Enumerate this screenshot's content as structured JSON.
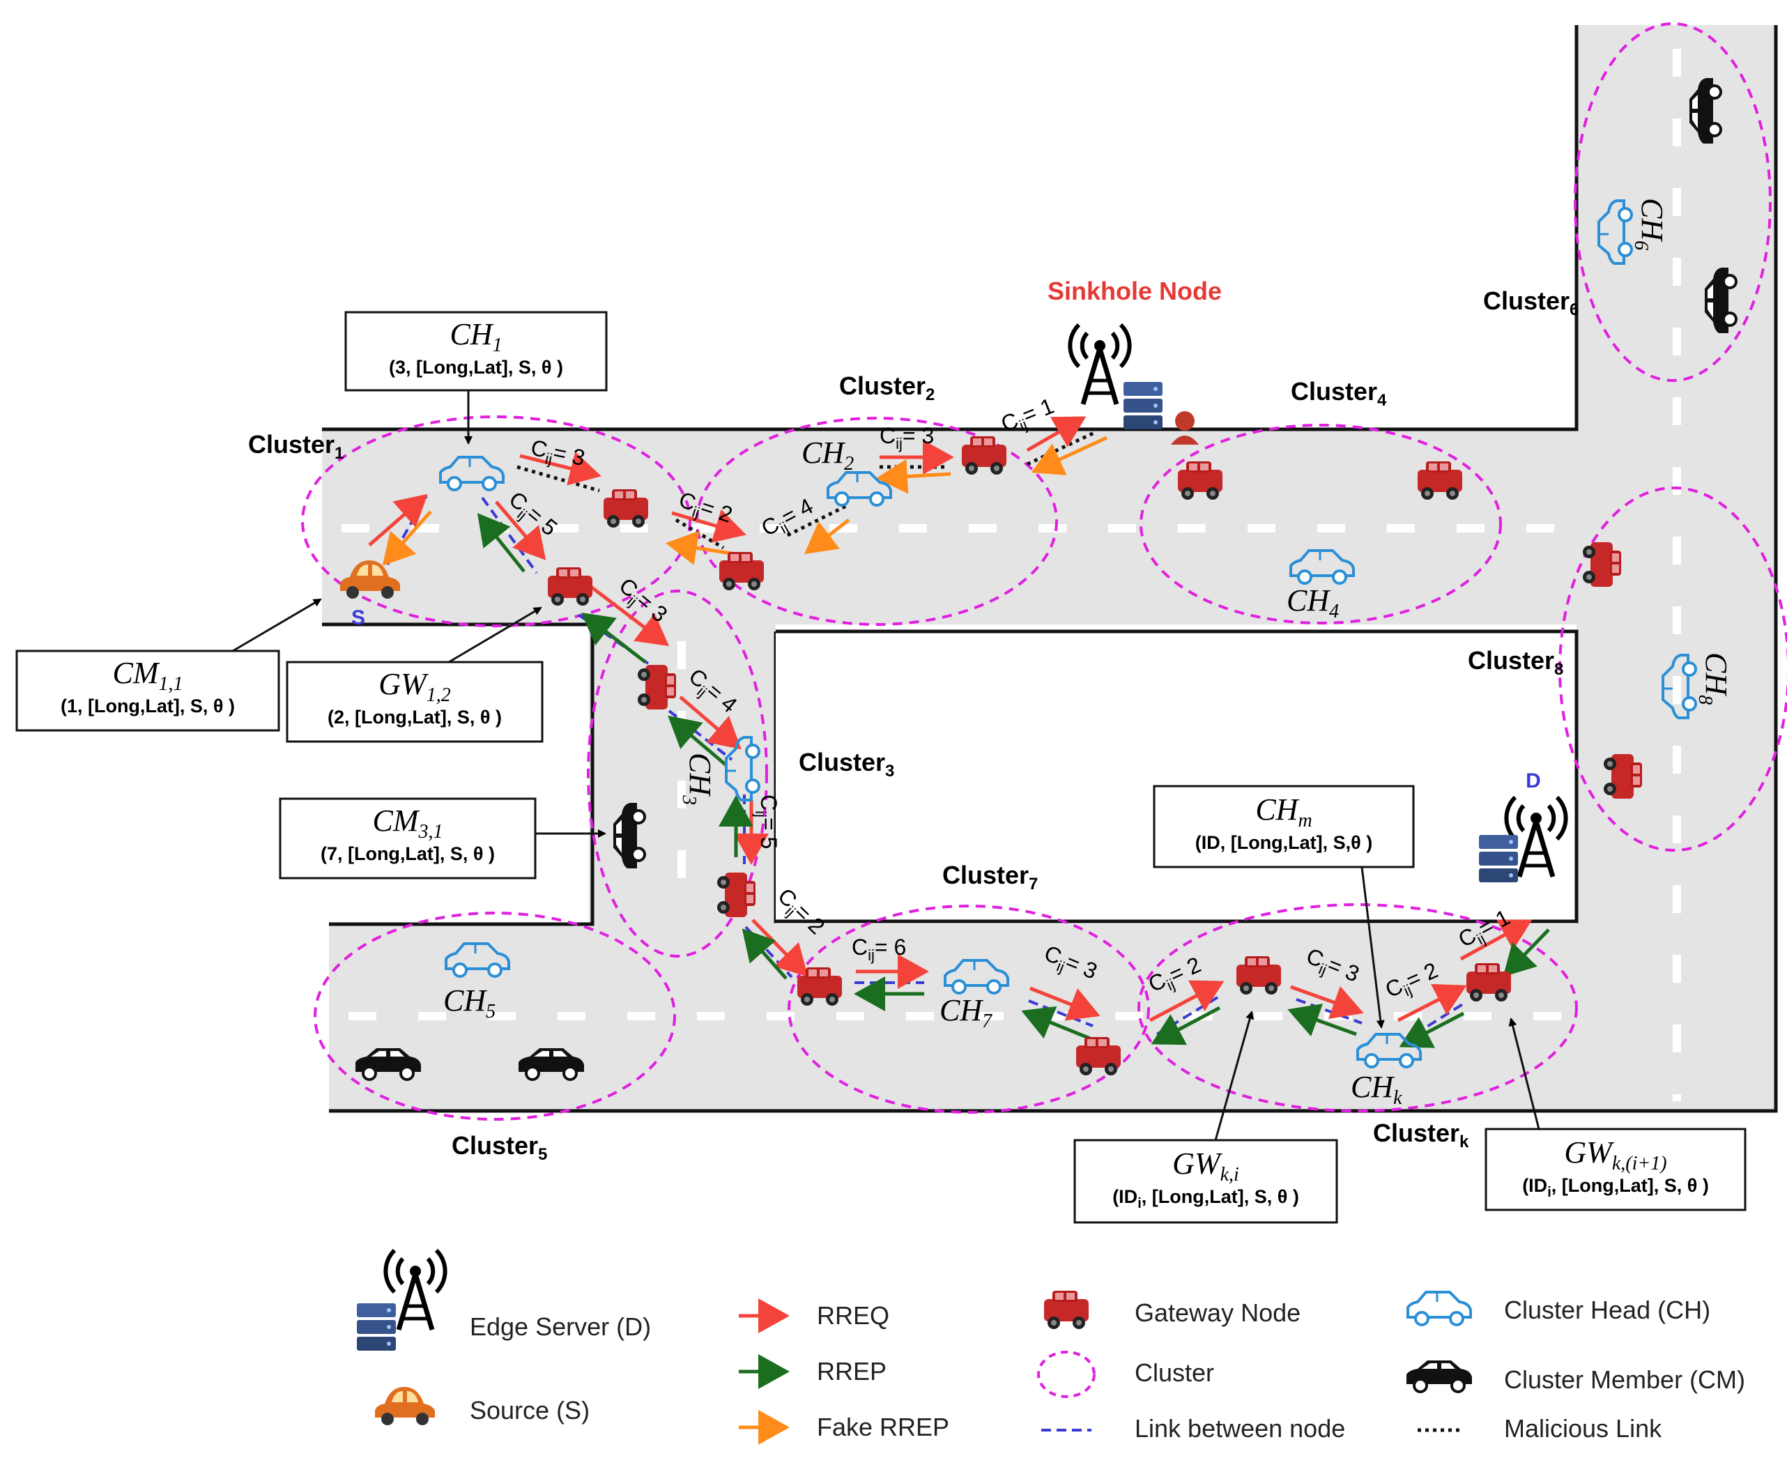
{
  "sinkhole_label": "Sinkhole Node",
  "source_marker": "S",
  "destination_marker": "D",
  "clusters": [
    {
      "id": "c1",
      "label": "Cluster",
      "sub": "1"
    },
    {
      "id": "c2",
      "label": "Cluster",
      "sub": "2"
    },
    {
      "id": "c3",
      "label": "Cluster",
      "sub": "3"
    },
    {
      "id": "c4",
      "label": "Cluster",
      "sub": "4"
    },
    {
      "id": "c5",
      "label": "Cluster",
      "sub": "5"
    },
    {
      "id": "c6",
      "label": "Cluster",
      "sub": "6"
    },
    {
      "id": "c7",
      "label": "Cluster",
      "sub": "7"
    },
    {
      "id": "c8",
      "label": "Cluster",
      "sub": "8"
    },
    {
      "id": "ck",
      "label": "Cluster",
      "sub": "k"
    }
  ],
  "cost_labels": [
    {
      "id": "e1",
      "text": "= 3"
    },
    {
      "id": "e2",
      "text": "= 5"
    },
    {
      "id": "e3",
      "text": "= 2"
    },
    {
      "id": "e4",
      "text": "= 4"
    },
    {
      "id": "e5",
      "text": "= 3"
    },
    {
      "id": "e6",
      "text": "= 1"
    },
    {
      "id": "e7",
      "text": "= 3"
    },
    {
      "id": "e8",
      "text": "= 4"
    },
    {
      "id": "e9",
      "text": "= 5"
    },
    {
      "id": "e10",
      "text": "= 2"
    },
    {
      "id": "e11",
      "text": "= 6"
    },
    {
      "id": "e12",
      "text": "= 3"
    },
    {
      "id": "e13",
      "text": "= 2"
    },
    {
      "id": "e14",
      "text": "= 3"
    },
    {
      "id": "e15",
      "text": "= 2"
    },
    {
      "id": "e16",
      "text": "= 1"
    }
  ],
  "cost_symbol": {
    "base": "C",
    "sub": "ij"
  },
  "head_labels": [
    {
      "id": "ch2",
      "base": "CH",
      "sub": "2"
    },
    {
      "id": "ch3",
      "base": "CH",
      "sub": "3"
    },
    {
      "id": "ch4",
      "base": "CH",
      "sub": "4"
    },
    {
      "id": "ch5",
      "base": "CH",
      "sub": "5"
    },
    {
      "id": "ch6",
      "base": "CH",
      "sub": "6"
    },
    {
      "id": "ch7",
      "base": "CH",
      "sub": "7"
    },
    {
      "id": "ch8",
      "base": "CH",
      "sub": "8"
    },
    {
      "id": "chk",
      "base": "CH",
      "sub": "k"
    }
  ],
  "info_boxes": [
    {
      "id": "ch1",
      "base": "CH",
      "sub": "1",
      "info": "(3, [Long,Lat], S, θ )"
    },
    {
      "id": "cm11",
      "base": "CM",
      "sub": "1,1",
      "info": "(1, [Long,Lat], S, θ )"
    },
    {
      "id": "gw12",
      "base": "GW",
      "sub": "1,2",
      "info": "(2, [Long,Lat], S, θ )"
    },
    {
      "id": "cm31",
      "base": "CM",
      "sub": "3,1",
      "info": "(7, [Long,Lat], S, θ )"
    },
    {
      "id": "chm",
      "base": "CH",
      "sub": "m",
      "info": "(ID, [Long,Lat], S,θ )"
    },
    {
      "id": "gwki",
      "base": "GW",
      "sub": "k,i",
      "info_pre": "(ID",
      "info_sub": "i",
      "info_post": ", [Long,Lat], S, θ )"
    },
    {
      "id": "gwki1",
      "base": "GW",
      "sub": "k,(i+1)",
      "info_pre": "(ID",
      "info_sub": "i",
      "info_post": ", [Long,Lat], S, θ )"
    }
  ],
  "legend": {
    "edge_server": "Edge Server (D)",
    "source": "Source (S)",
    "rreq": "RREQ",
    "rrep": "RREP",
    "fake_rrep": "Fake RREP",
    "gateway": "Gateway Node",
    "cluster": "Cluster",
    "link": "Link between node",
    "cluster_head": "Cluster Head (CH)",
    "cluster_member": "Cluster Member (CM)",
    "malicious": "Malicious Link"
  },
  "colors": {
    "rreq": "#f4433a",
    "rrep": "#1b6e1f",
    "fake_rrep": "#ff8c1a",
    "cluster": "#e020e0",
    "link": "#3a3ad6",
    "gateway": "#c62828",
    "cluster_head": "#2b8fd6",
    "cluster_member": "#111111",
    "source": "#e07020",
    "road": "#e4e4e4",
    "sinkhole_text": "#e53935"
  }
}
